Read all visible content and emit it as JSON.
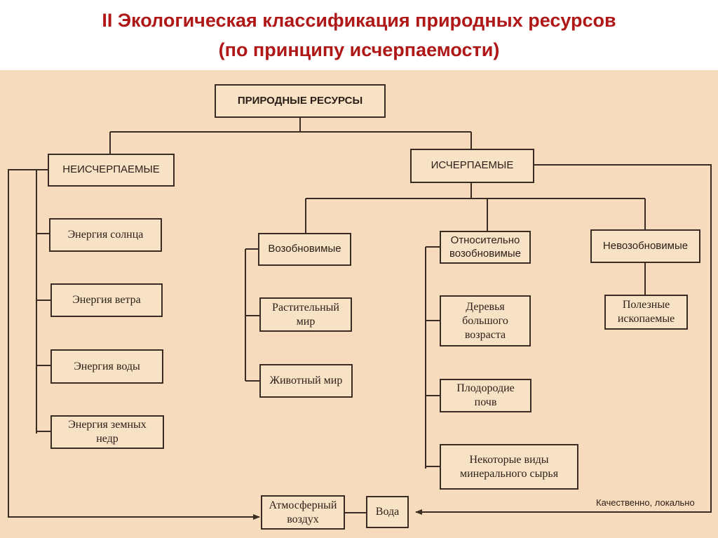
{
  "title": {
    "line1": "II  Экологическая классификация природных ресурсов",
    "line2": "(по принципу исчерпаемости)"
  },
  "diagram": {
    "root": "ПРИРОДНЫЕ РЕСУРСЫ",
    "inexhaustible": {
      "label": "НЕИСЧЕРПАЕМЫЕ",
      "items": [
        "Энергия солнца",
        "Энергия ветра",
        "Энергия воды",
        "Энергия земных недр"
      ]
    },
    "exhaustible": {
      "label": "ИСЧЕРПАЕМЫЕ",
      "renewable": {
        "label": "Возобновимые",
        "items": [
          "Растительный мир",
          "Животный мир"
        ]
      },
      "relatively_renewable": {
        "label": "Относительно возобновимые",
        "items": [
          "Деревья большого возраста",
          "Плодородие почв",
          "Некоторые виды минерального сырья"
        ]
      },
      "nonrenewable": {
        "label": "Невозобновимые",
        "items": [
          "Полезные ископаемые"
        ]
      }
    },
    "bottom": {
      "air": "Атмосферный воздух",
      "water": "Вода",
      "note": "Качественно, локально"
    }
  },
  "colors": {
    "title": "#b01818",
    "paper": "#f6dcbc",
    "line": "#3a2c22"
  }
}
